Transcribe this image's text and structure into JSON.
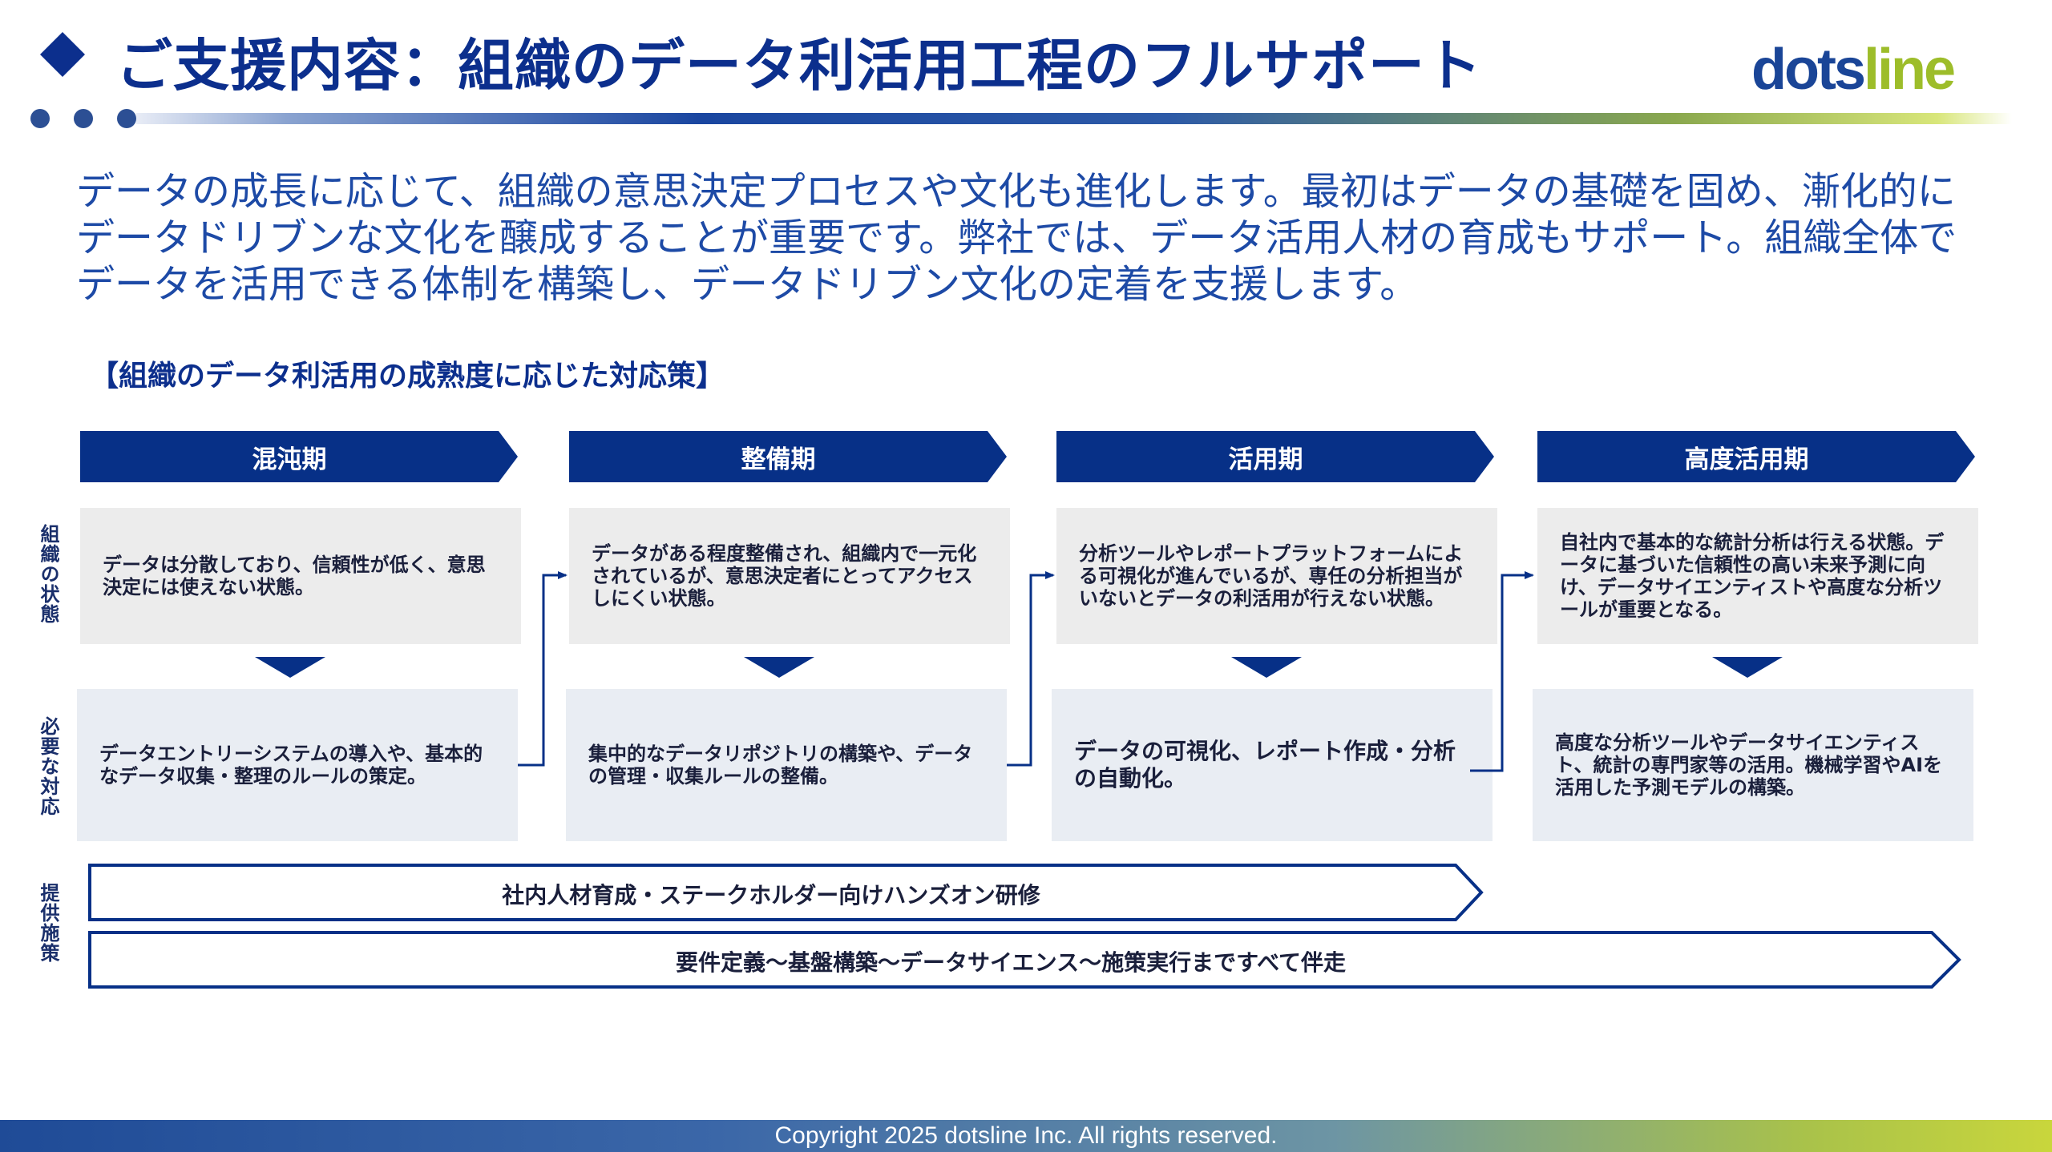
{
  "header": {
    "title": "ご支援内容：組織のデータ利活用工程のフルサポート",
    "logo_part1": "dots",
    "logo_part2": "line"
  },
  "intro": "データの成長に応じて、組織の意思決定プロセスや文化も進化します。最初はデータの基礎を固め、漸化的にデータドリブンな文化を醸成することが重要です。弊社では、データ活用人材の育成もサポート。組織全体でデータを活用できる体制を構築し、データドリブン文化の定着を支援します。",
  "subheading": "【組織のデータ利活用の成熟度に応じた対応策】",
  "row_labels": {
    "state": "組織の状態",
    "action": "必要な対応",
    "measures": "提供施策"
  },
  "phases": [
    {
      "name": "混沌期",
      "state": "データは分散しており、信頼性が低く、意思決定には使えない状態。",
      "action": "データエントリーシステムの導入や、基本的なデータ収集・整理のルールの策定。"
    },
    {
      "name": "整備期",
      "state": "データがある程度整備され、組織内で一元化されているが、意思決定者にとってアクセスしにくい状態。",
      "action": "集中的なデータリポジトリの構築や、データの管理・収集ルールの整備。"
    },
    {
      "name": "活用期",
      "state": "分析ツールやレポートプラットフォームによる可視化が進んでいるが、専任の分析担当がいないとデータの利活用が行えない状態。",
      "action": "データの可視化、レポート作成・分析の自動化。"
    },
    {
      "name": "高度活用期",
      "state": "自社内で基本的な統計分析は行える状態。データに基づいた信頼性の高い未来予測に向け、データサイエンティストや高度な分析ツールが重要となる。",
      "action": "高度な分析ツールやデータサイエンティスト、統計の専門家等の活用。機械学習やAIを活用した予測モデルの構築。"
    }
  ],
  "measures": [
    "社内人材育成・ステークホルダー向けハンズオン研修",
    "要件定義〜基盤構築〜データサイエンス〜施策実行まですべて伴走"
  ],
  "footer": "Copyright 2025 dotsline Inc. All rights reserved.",
  "colors": {
    "navy": "#073087",
    "title": "#0c2f8d",
    "body_text": "#1d4aa6",
    "state_bg": "#ececec",
    "action_bg": "#e9edf3",
    "logo_blue": "#1a4597",
    "logo_green": "#9dbd2a"
  }
}
